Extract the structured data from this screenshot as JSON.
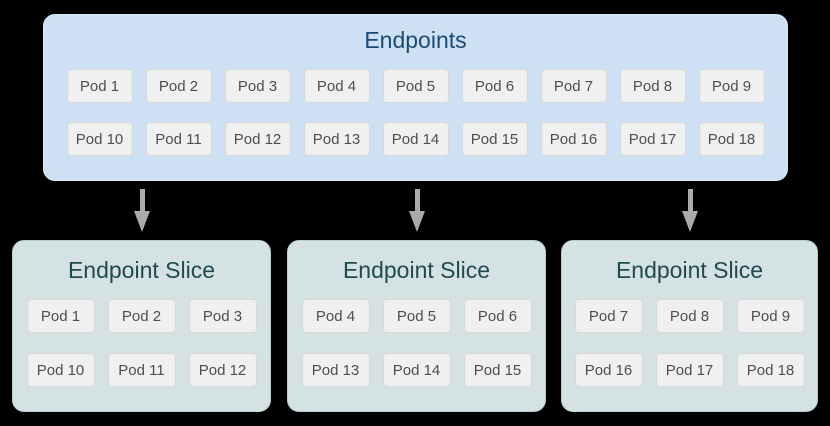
{
  "colors": {
    "background": "#000000",
    "endpoints_box_fill": "#cee1f4",
    "endpoints_title_text": "#1b4a73",
    "slice_box_fill": "#d4e2e4",
    "slice_box_border": "#b7ced2",
    "slice_title_text": "#1f4a50",
    "pod_fill": "#f0f0f0",
    "pod_border": "#d8d8d8",
    "pod_text": "#4e4e4e",
    "arrow": "#ababab"
  },
  "endpoints": {
    "title": "Endpoints",
    "rows": [
      [
        "Pod 1",
        "Pod 2",
        "Pod 3",
        "Pod 4",
        "Pod 5",
        "Pod 6",
        "Pod 7",
        "Pod 8",
        "Pod 9"
      ],
      [
        "Pod 10",
        "Pod 11",
        "Pod 12",
        "Pod 13",
        "Pod 14",
        "Pod 15",
        "Pod 16",
        "Pod 17",
        "Pod 18"
      ]
    ]
  },
  "arrows": [
    "down-arrow",
    "down-arrow",
    "down-arrow"
  ],
  "slices": [
    {
      "title": "Endpoint Slice",
      "rows": [
        [
          "Pod 1",
          "Pod 2",
          "Pod 3"
        ],
        [
          "Pod 10",
          "Pod 11",
          "Pod 12"
        ]
      ]
    },
    {
      "title": "Endpoint Slice",
      "rows": [
        [
          "Pod 4",
          "Pod 5",
          "Pod 6"
        ],
        [
          "Pod 13",
          "Pod 14",
          "Pod 15"
        ]
      ]
    },
    {
      "title": "Endpoint Slice",
      "rows": [
        [
          "Pod 7",
          "Pod 8",
          "Pod 9"
        ],
        [
          "Pod 16",
          "Pod 17",
          "Pod 18"
        ]
      ]
    }
  ]
}
